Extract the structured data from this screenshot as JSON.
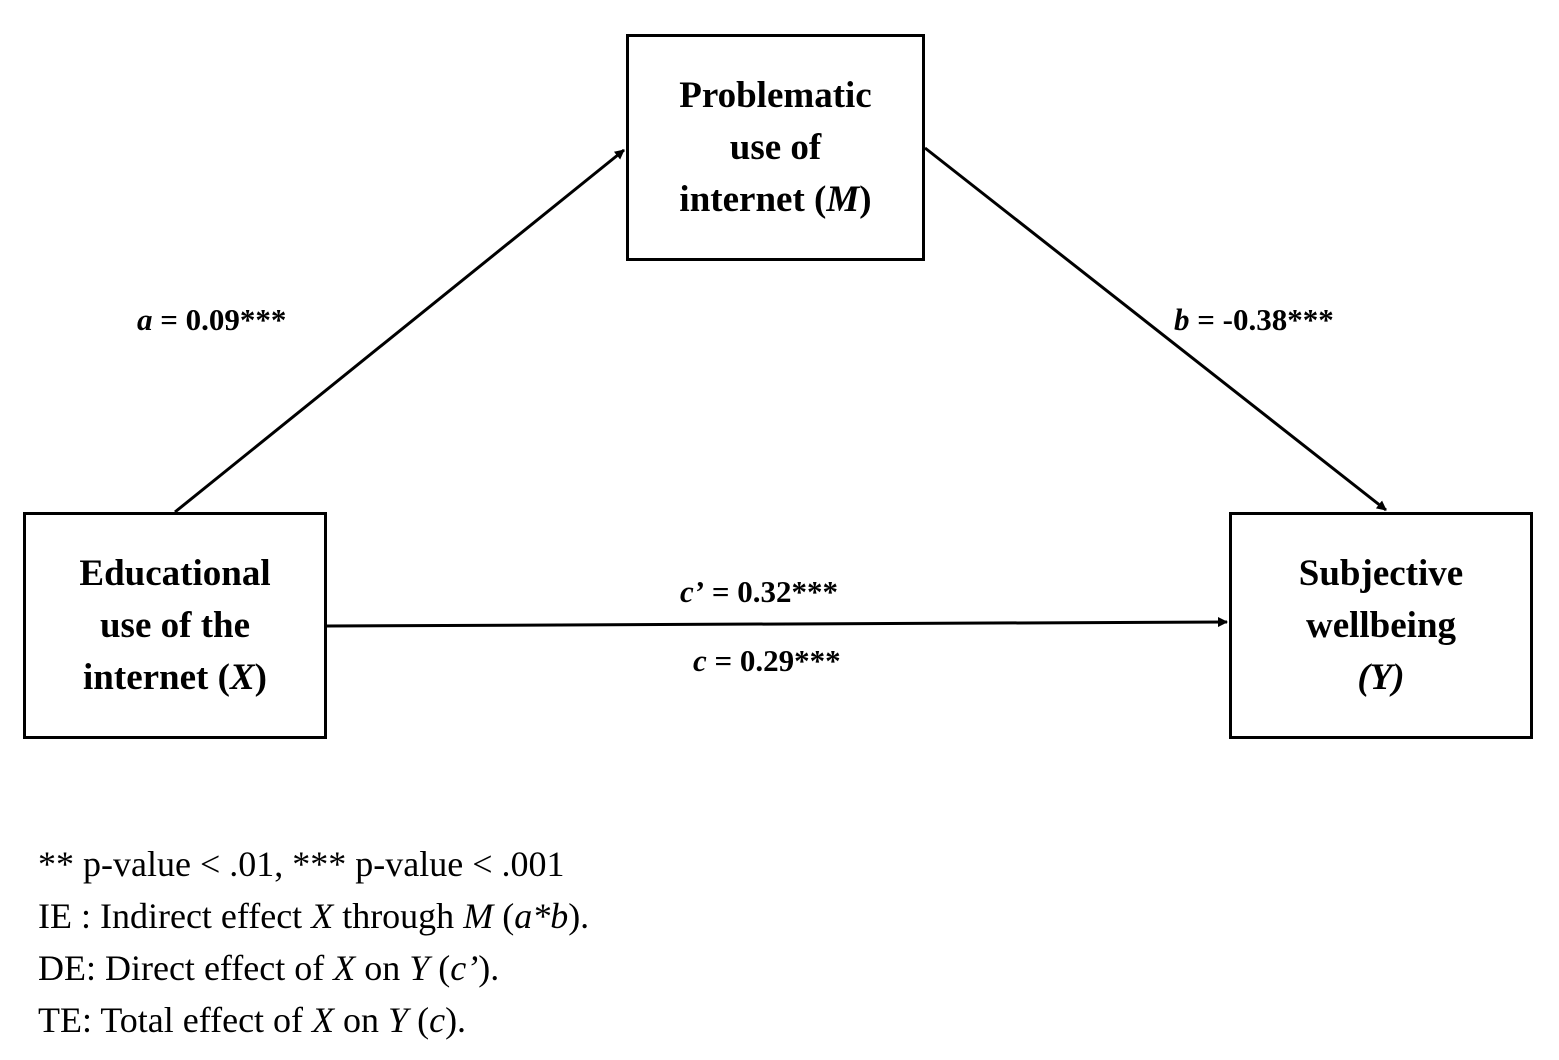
{
  "nodes": {
    "mediator": {
      "lines": [
        "Problematic",
        "use of",
        "internet ("
      ],
      "var": "M",
      "close": ")"
    },
    "predictor": {
      "lines": [
        "Educational",
        "use of the",
        "internet ("
      ],
      "var": "X",
      "close": ")"
    },
    "outcome": {
      "lines": [
        "Subjective",
        "wellbeing"
      ],
      "var_line": "(Y)"
    }
  },
  "paths": {
    "a": {
      "symbol": "a",
      "value": " = 0.09***"
    },
    "b": {
      "symbol": "b",
      "value": " = -0.38***"
    },
    "c_prime": {
      "symbol": "c’",
      "value": " = 0.32***"
    },
    "c": {
      "symbol": "c",
      "value": " = 0.29***"
    }
  },
  "notes": {
    "line1": "** p-value < .01, *** p-value < .001",
    "line2": {
      "a": "IE : Indirect effect ",
      "b": "X",
      "c": " through ",
      "d": "M",
      "e": " (",
      "f": "a*b",
      "g": ")."
    },
    "line3": {
      "a": "DE: Direct effect of ",
      "b": "X",
      "c": " on ",
      "d": "Y",
      "e": " (",
      "f": "c’",
      "g": ")."
    },
    "line4": {
      "a": "TE: Total effect of ",
      "b": "X",
      "c": " on ",
      "d": "Y",
      "e": " (",
      "f": "c",
      "g": ")."
    }
  }
}
